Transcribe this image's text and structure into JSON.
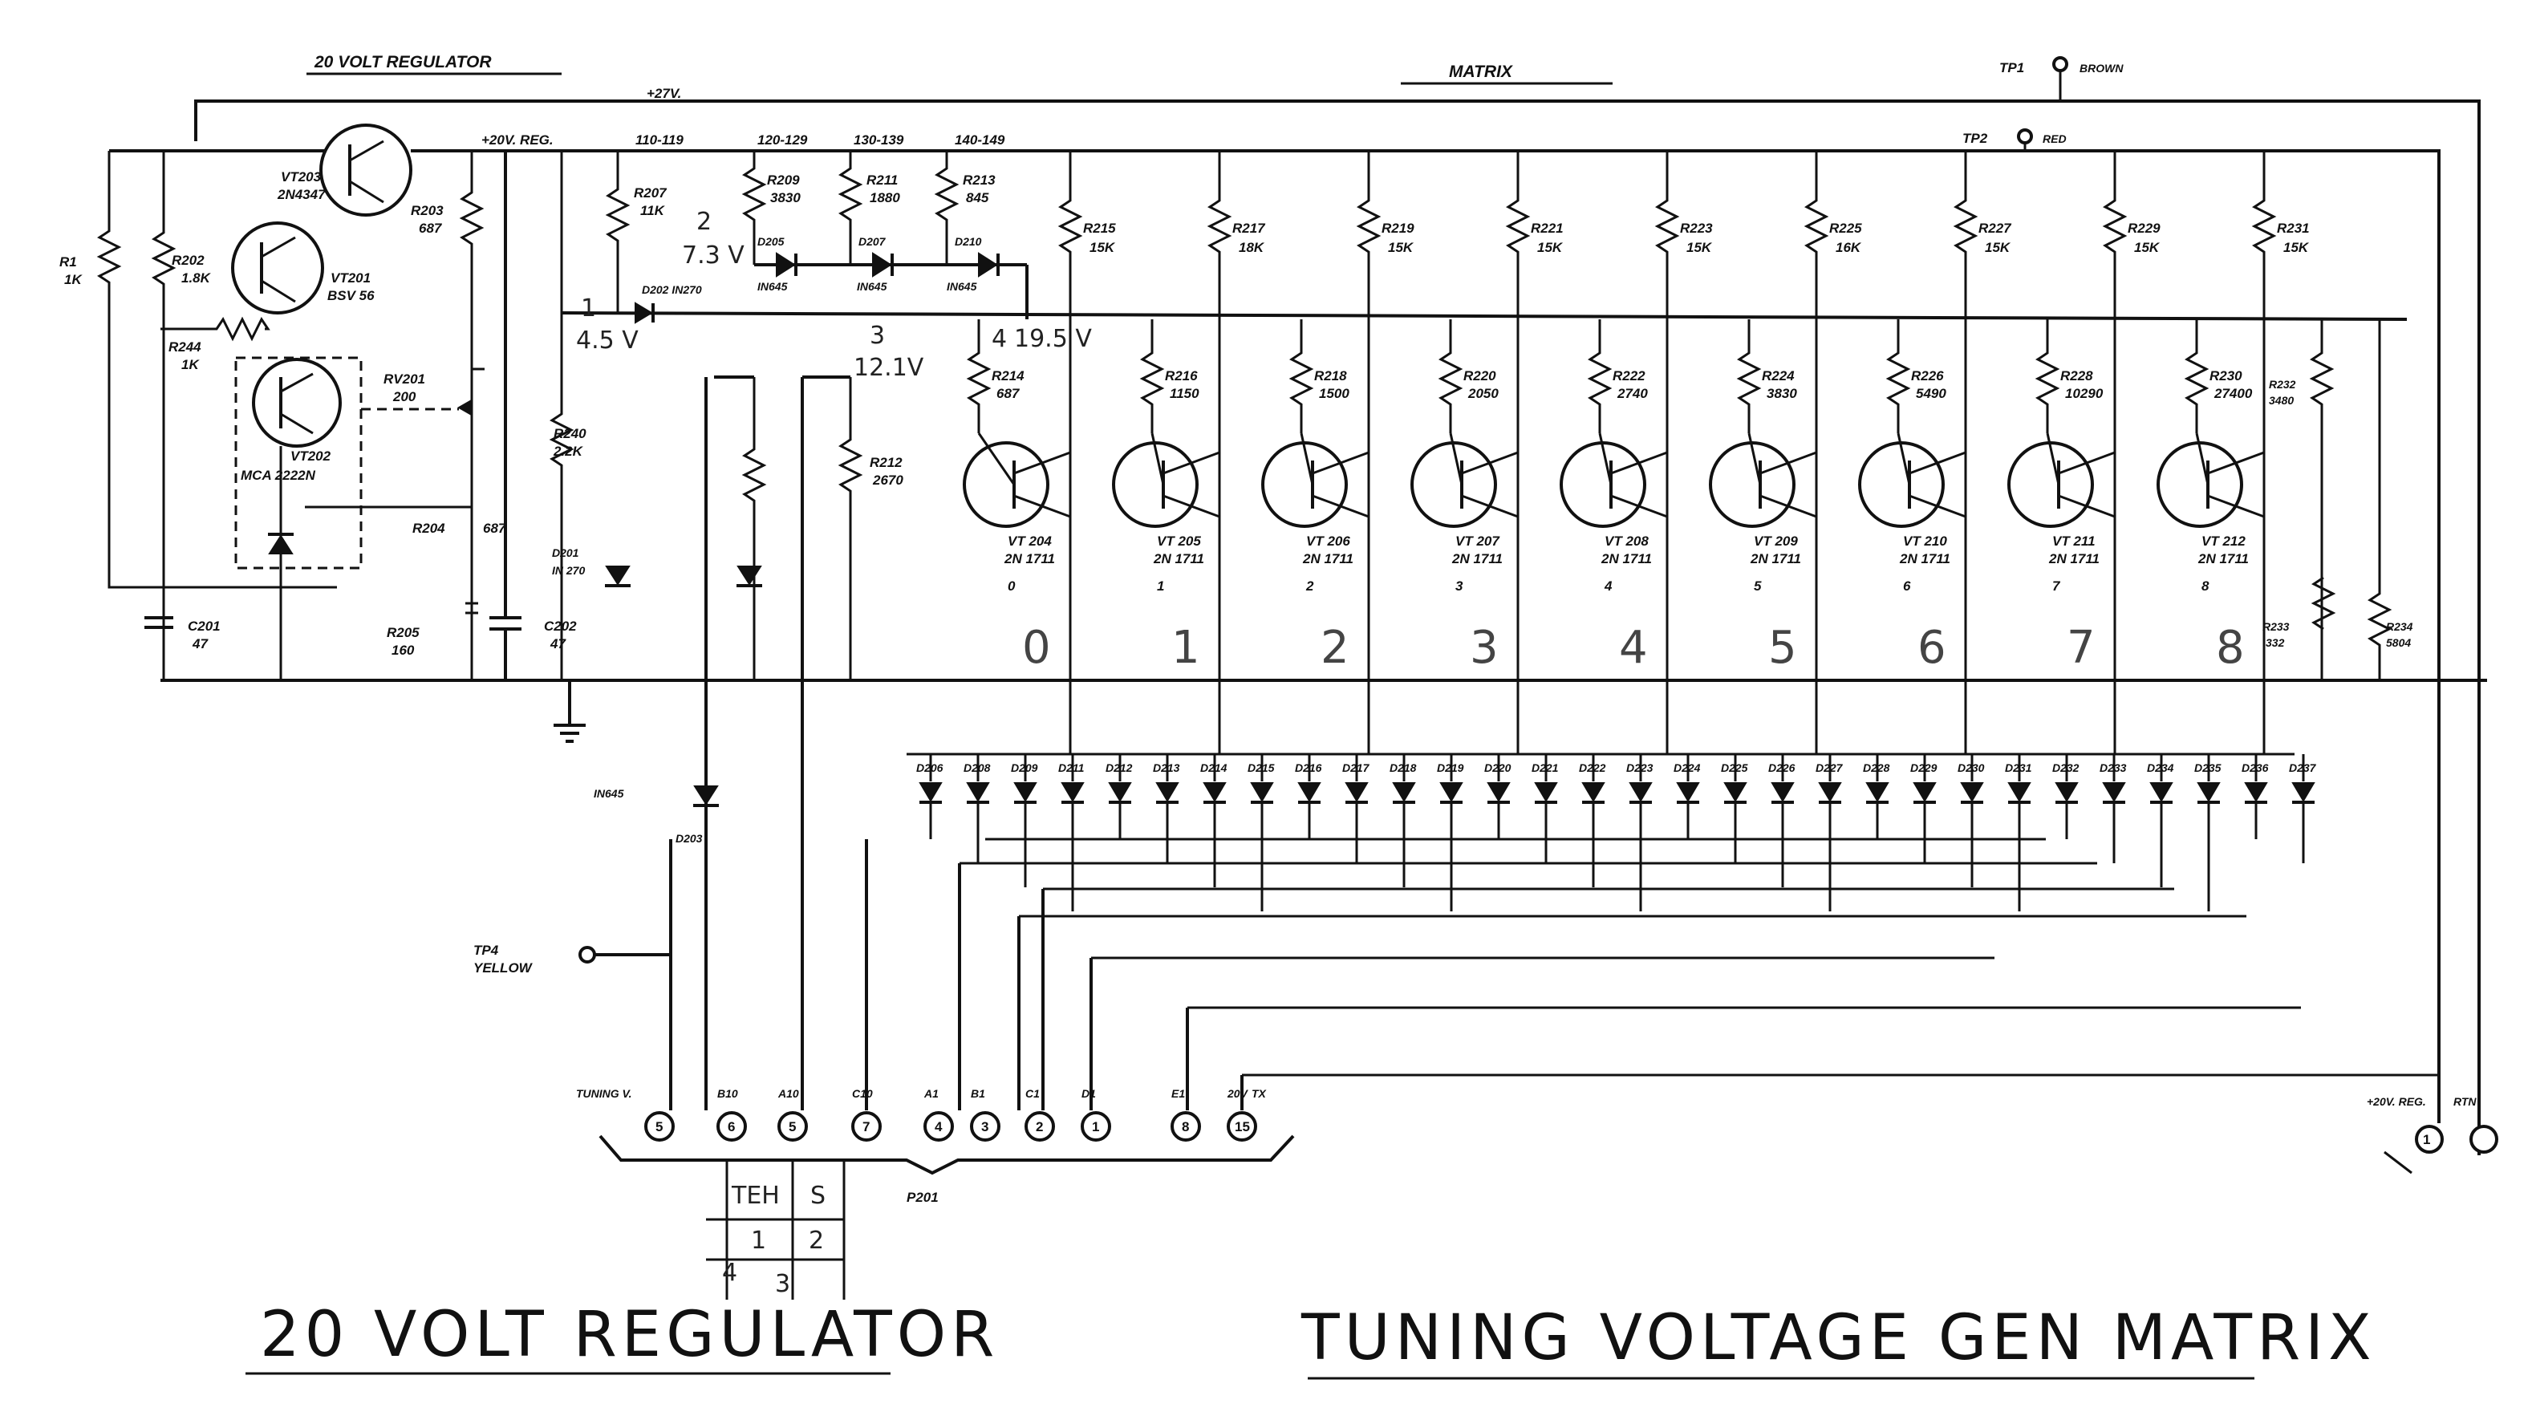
{
  "headers": {
    "regulator": "20 VOLT REGULATOR",
    "matrix": "MATRIX"
  },
  "rails": {
    "plus27": "+27V.",
    "plus20reg": "+20V. REG."
  },
  "test_points": {
    "tp1": {
      "label": "TP1",
      "color": "BROWN"
    },
    "tp2": {
      "label": "TP2",
      "color": "RED"
    },
    "tp4": {
      "label": "TP4",
      "color": "YELLOW"
    }
  },
  "regulator_parts": {
    "r201": [
      "R1",
      "1K"
    ],
    "r202": [
      "R202",
      "1.8K"
    ],
    "r203": [
      "R203",
      "687"
    ],
    "r244": [
      "R244",
      "1K"
    ],
    "vt203": [
      "VT203",
      "2N4347"
    ],
    "vt201": [
      "VT201",
      "BSV 56"
    ],
    "vt202": [
      "VT202",
      "MCA 2222N"
    ],
    "rv201": [
      "RV201",
      "200"
    ],
    "r204": [
      "R204",
      "687"
    ],
    "r205": [
      "R205",
      "160"
    ],
    "c201": [
      "C201",
      "47"
    ],
    "c202": [
      "C202",
      "47"
    ],
    "r240": [
      "R240",
      "2.2K"
    ]
  },
  "ranges": [
    "110-119",
    "120-129",
    "130-139",
    "140-149"
  ],
  "feed_parts": {
    "r207": [
      "R207",
      "11K"
    ],
    "r209": [
      "R209",
      "3830"
    ],
    "r211": [
      "R211",
      "1880"
    ],
    "r213": [
      "R213",
      "845"
    ],
    "r214": [
      "R214",
      "687"
    ],
    "r212": [
      "R212",
      "2670"
    ],
    "d202": "D202 IN270",
    "d205": [
      "D205",
      "IN645"
    ],
    "d207": [
      "D207",
      "IN645"
    ],
    "d210": [
      "D210",
      "IN645"
    ],
    "d201": [
      "D201",
      "IN 270"
    ],
    "d203": "D203",
    "in645": "IN645"
  },
  "hand_notes": {
    "n1": "1",
    "v1": "4.5 V",
    "n2": "2",
    "v2": "7.3 V",
    "n3": "3",
    "v3": "12.1V",
    "n4": "4",
    "v4": "19.5 V",
    "pinmap_head": [
      "TEH",
      "S"
    ],
    "pinmap_rows": [
      "1",
      "2",
      "4",
      "3"
    ]
  },
  "matrix_stages": [
    {
      "top_r": "R215",
      "top_v": "15K",
      "bot_r": "R214",
      "bot_v": "687",
      "vt": "VT 204",
      "type": "2N 1711",
      "num": "0",
      "digit": "0"
    },
    {
      "top_r": "R217",
      "top_v": "18K",
      "bot_r": "R216",
      "bot_v": "1150",
      "vt": "VT 205",
      "type": "2N 1711",
      "num": "1",
      "digit": "1"
    },
    {
      "top_r": "R219",
      "top_v": "15K",
      "bot_r": "R218",
      "bot_v": "1500",
      "vt": "VT 206",
      "type": "2N 1711",
      "num": "2",
      "digit": "2"
    },
    {
      "top_r": "R221",
      "top_v": "15K",
      "bot_r": "R220",
      "bot_v": "2050",
      "vt": "VT 207",
      "type": "2N 1711",
      "num": "3",
      "digit": "3"
    },
    {
      "top_r": "R223",
      "top_v": "15K",
      "bot_r": "R222",
      "bot_v": "2740",
      "vt": "VT 208",
      "type": "2N 1711",
      "num": "4",
      "digit": "4"
    },
    {
      "top_r": "R225",
      "top_v": "16K",
      "bot_r": "R224",
      "bot_v": "3830",
      "vt": "VT 209",
      "type": "2N 1711",
      "num": "5",
      "digit": "5"
    },
    {
      "top_r": "R227",
      "top_v": "15K",
      "bot_r": "R226",
      "bot_v": "5490",
      "vt": "VT 210",
      "type": "2N 1711",
      "num": "6",
      "digit": "6"
    },
    {
      "top_r": "R229",
      "top_v": "15K",
      "bot_r": "R228",
      "bot_v": "10290",
      "vt": "VT 211",
      "type": "2N 1711",
      "num": "7",
      "digit": "7"
    },
    {
      "top_r": "R231",
      "top_v": "15K",
      "bot_r": "R230",
      "bot_v": "27400",
      "vt": "VT 212",
      "type": "2N 1711",
      "num": "8",
      "digit": "8"
    }
  ],
  "side_parts": {
    "r232": [
      "R232",
      "3480"
    ],
    "r233": [
      "R233",
      "332"
    ],
    "r234": [
      "R234",
      "5804"
    ]
  },
  "diode_labels": [
    "D206",
    "D208",
    "D209",
    "D211",
    "D212",
    "D213",
    "D214",
    "D215",
    "D216",
    "D217",
    "D218",
    "D219",
    "D220",
    "D221",
    "D222",
    "D223",
    "D224",
    "D225",
    "D226",
    "D227",
    "D228",
    "D229",
    "D230",
    "D231",
    "D232",
    "D233",
    "D234",
    "D235",
    "D236",
    "D237"
  ],
  "connector": {
    "name": "P201",
    "pins": [
      {
        "label": "TUNING V.",
        "num": "5"
      },
      {
        "label": "B10",
        "num": "6"
      },
      {
        "label": "A10",
        "num": "5"
      },
      {
        "label": "C10",
        "num": "7"
      },
      {
        "label": "A1",
        "num": "4"
      },
      {
        "label": "B1",
        "num": "3"
      },
      {
        "label": "C1",
        "num": "2"
      },
      {
        "label": "D1",
        "num": "1"
      },
      {
        "label": "E1",
        "num": "8"
      },
      {
        "label": "20V",
        "num": "15"
      }
    ],
    "tx": "TX",
    "right_pins": [
      {
        "label": "+20V. REG.",
        "num": "1"
      },
      {
        "label": "RTN",
        "num": ""
      }
    ]
  },
  "titles": {
    "left": "20 VOLT REGULATOR",
    "right": "TUNING VOLTAGE GEN MATRIX"
  }
}
